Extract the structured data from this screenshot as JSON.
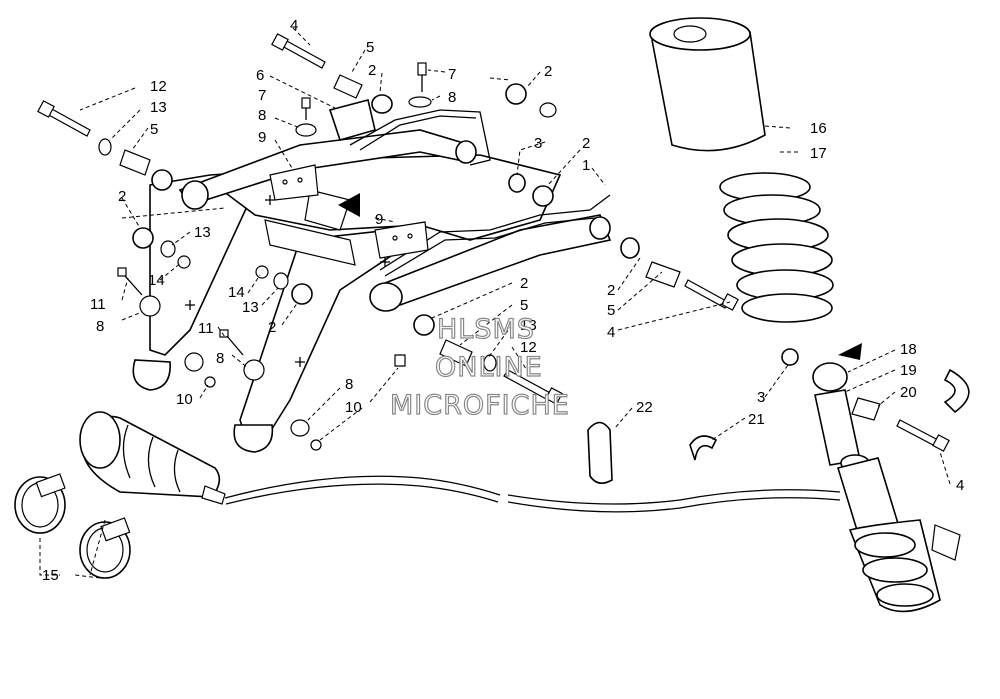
{
  "labels": {
    "l4a": "4",
    "l5a": "5",
    "l2a": "2",
    "l7a": "7",
    "l8a": "8",
    "l6": "6",
    "l2b": "2",
    "l7b": "7",
    "l8b": "8",
    "l9a": "9",
    "l12a": "12",
    "l13a": "13",
    "l5b": "5",
    "l3a": "3",
    "l2c": "2",
    "l1": "1",
    "l16": "16",
    "l17": "17",
    "l2d": "2",
    "l13b": "13",
    "l9b": "9",
    "l14a": "14",
    "l11a": "11",
    "l8c": "8",
    "l14b": "14",
    "l13c": "13",
    "l2e": "2",
    "l11b": "11",
    "l8d": "8",
    "l10a": "10",
    "l2f": "2",
    "l5c": "5",
    "l13d": "13",
    "l12b": "12",
    "l2g": "2",
    "l5d": "5",
    "l4b": "4",
    "l8e": "8",
    "l10b": "10",
    "l22": "22",
    "l18": "18",
    "l19": "19",
    "l20": "20",
    "l3b": "3",
    "l21": "21",
    "l4c": "4",
    "l15": "15"
  },
  "watermark": {
    "line1": "HLSMS",
    "line2": "ONLINE",
    "line3": "MICROFICHE"
  }
}
